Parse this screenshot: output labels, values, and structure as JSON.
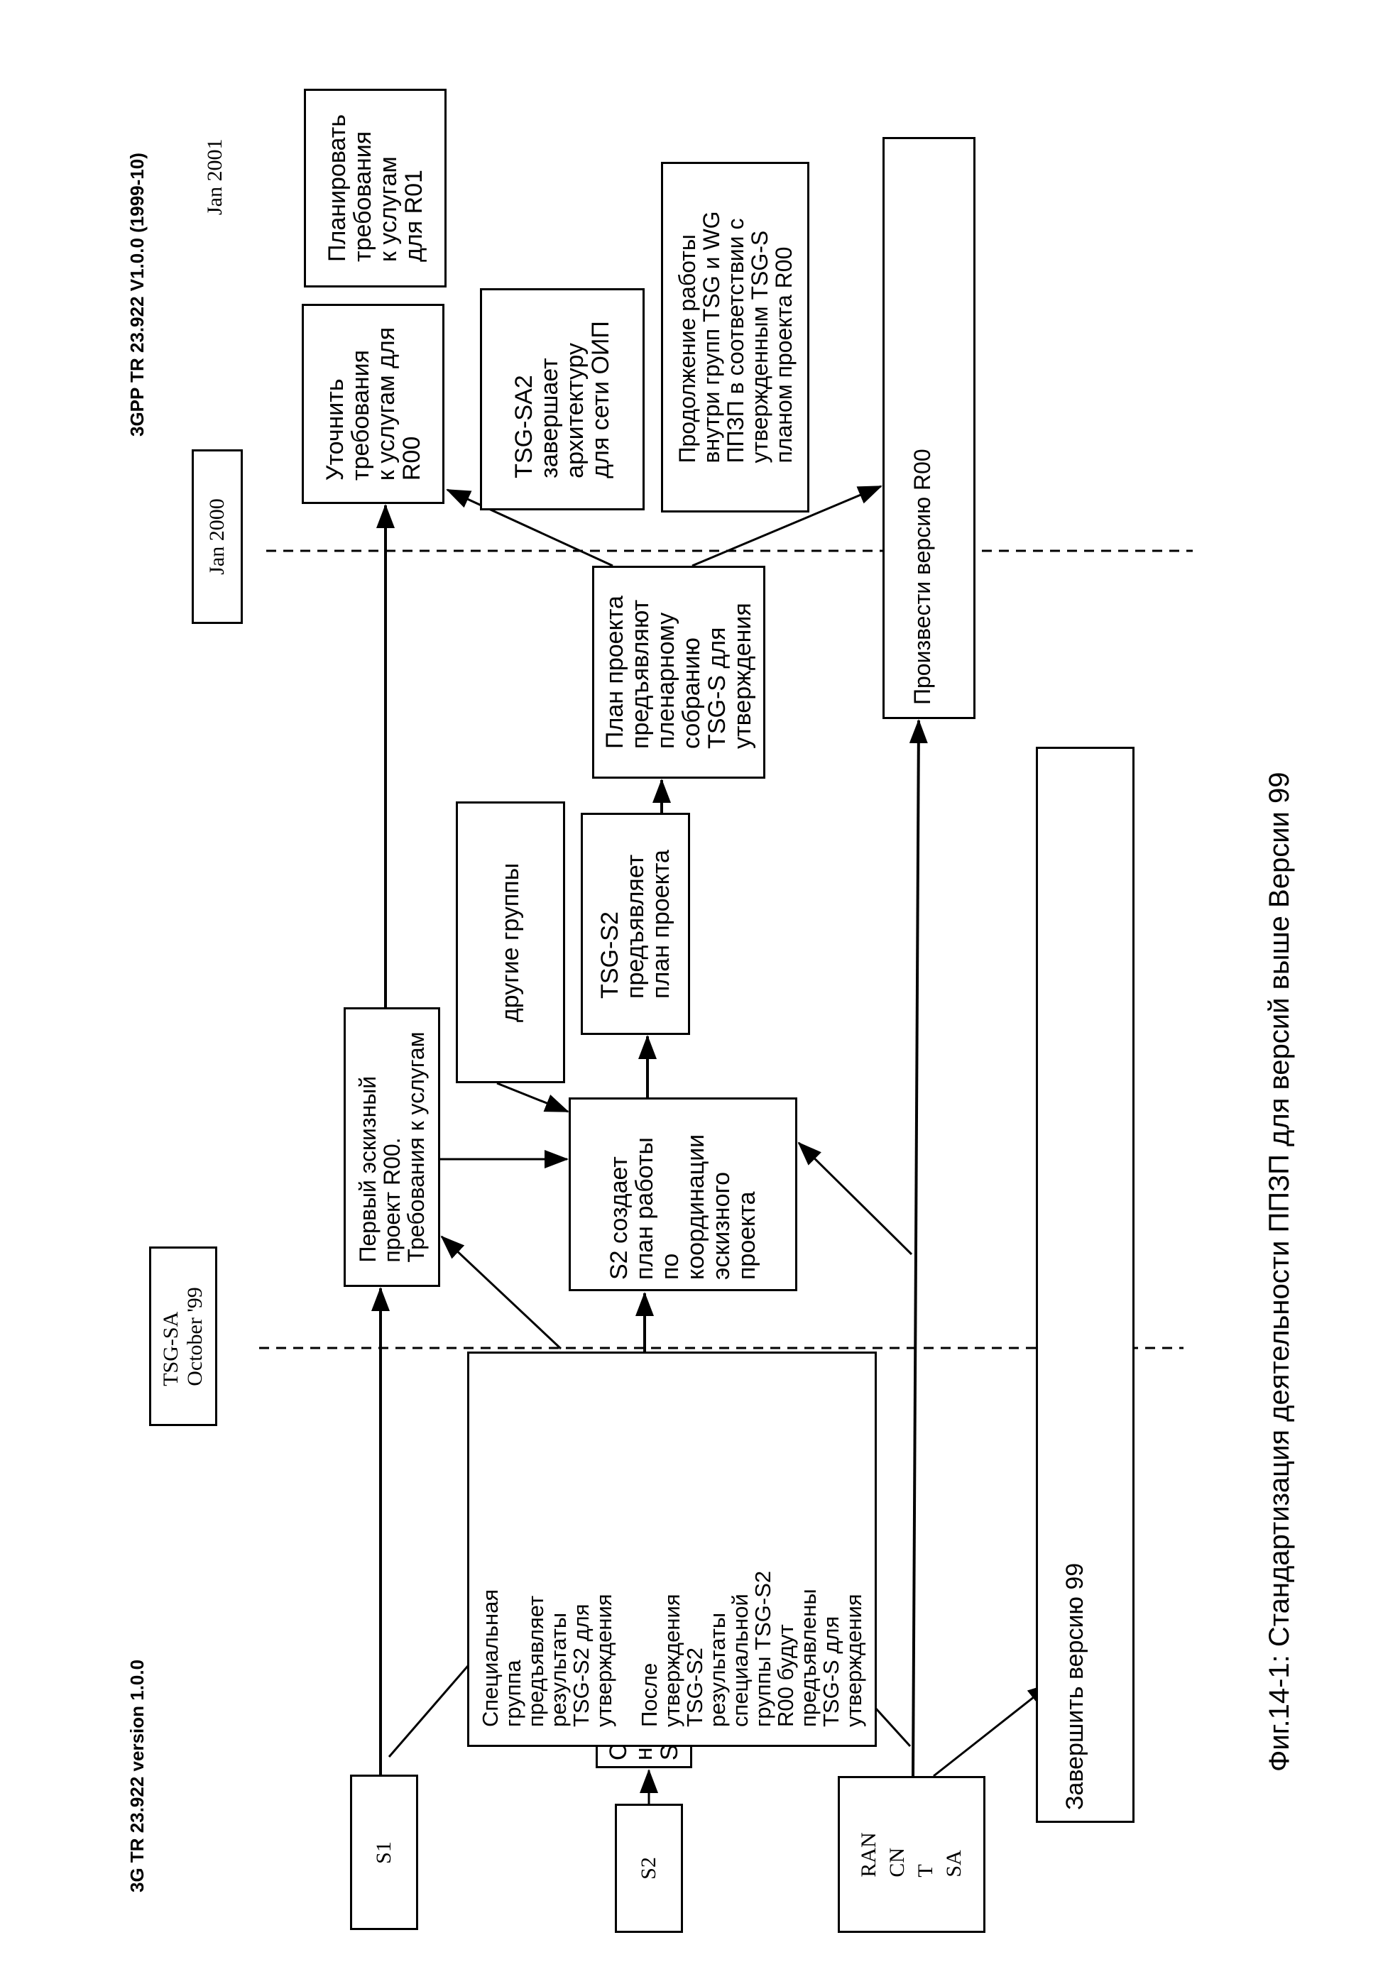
{
  "header": {
    "left": "3G TR 23.922 version 1.0.0",
    "right": "3GPP TR 23.922 V1.0.0 (1999-10)"
  },
  "timeline": {
    "oct99": "TSG-SA\nOctober '99",
    "jan2000": "Jan 2000",
    "jan2001": "Jan 2001"
  },
  "sources": {
    "s1": "S1",
    "s2": "S2",
    "groups": "RAN\nCN\nT\nSA"
  },
  "boxes": {
    "special_s2_r00": "Специаль-\nная\nS2 R00",
    "special_group": "Специальная\nгруппа\nпредъявляет\nрезультаты\nTSG-S2 для\nутверждения\n\nПосле\nутверждения\nTSG-S2\nрезультаты\nспециальной\nгруппы TSG-S2\nR00 будут\nпредъявлены\nTSG-S для\nутверждения",
    "complete_99": "Завершить версию 99",
    "first_draft": "Первый эскизный\nпроект R00.\nТребования к услугам",
    "s2_creates": "S2 создает\nплан работы\nпо\nкоординации\nэскизного\nпроекта",
    "other_groups": "другие группы",
    "tsg_s2_presents": "TSG-S2\nпредъявляет\nплан проекта",
    "plan_presented": "План проекта\nпредъявляют\nпленарному\nсобранию\nTSG-S для\nутверждения",
    "produce_r00": "Произвести версию R00",
    "refine_req": "Уточнить\nтребования\nк услугам для\nR00",
    "tsg_sa2": "TSG-SA2\nзавершает\nархитектуру\nдля сети ОИП",
    "continue_work": "Продолжение работы\nвнутри групп TSG и WG\nППЗП в соответствии с\nутвержденным TSG-S\nпланом проекта R00",
    "plan_r01": "Планировать\nтребования\nк услугам\nдля R01"
  },
  "caption": "Фиг.14-1: Стандартизация деятельности ППЗП для версий выше Версии 99"
}
